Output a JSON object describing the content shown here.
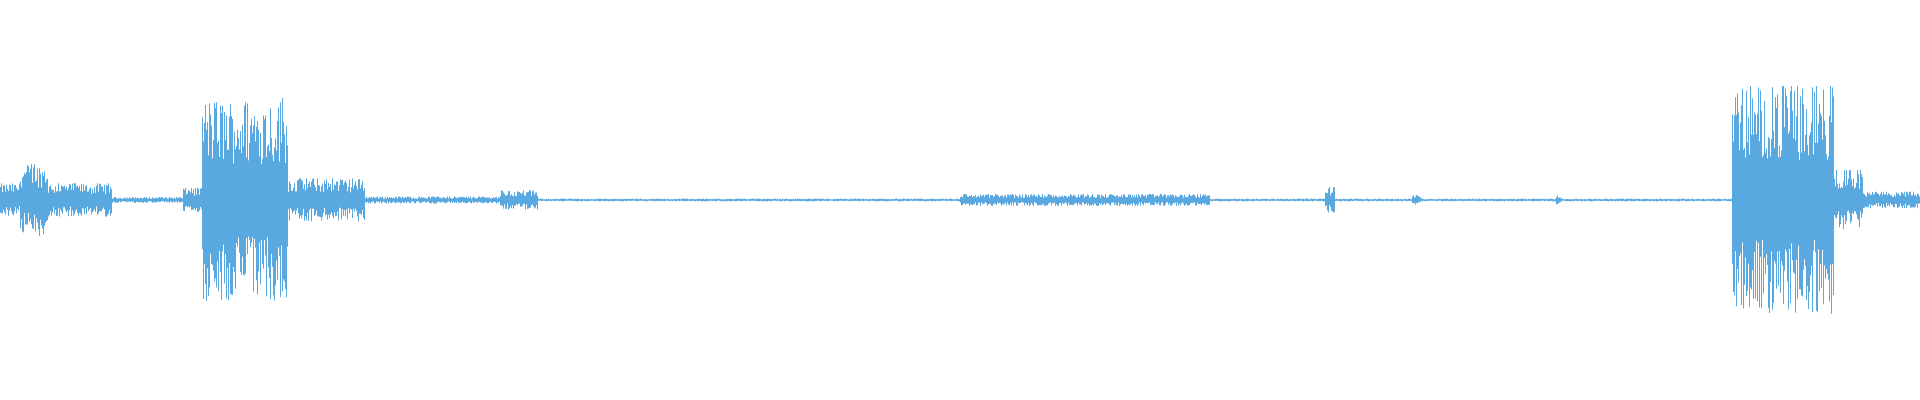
{
  "waveform": {
    "color": "#5aa8e0",
    "peak_amplitude": 1.0,
    "segments": [
      {
        "start": 0.0,
        "end": 0.058,
        "amplitude": 0.14
      },
      {
        "start": 0.01,
        "end": 0.025,
        "amplitude": 0.3
      },
      {
        "start": 0.058,
        "end": 0.095,
        "amplitude": 0.025
      },
      {
        "start": 0.095,
        "end": 0.105,
        "amplitude": 0.1
      },
      {
        "start": 0.105,
        "end": 0.15,
        "amplitude": 0.85
      },
      {
        "start": 0.15,
        "end": 0.19,
        "amplitude": 0.18
      },
      {
        "start": 0.19,
        "end": 0.26,
        "amplitude": 0.03
      },
      {
        "start": 0.26,
        "end": 0.28,
        "amplitude": 0.08
      },
      {
        "start": 0.28,
        "end": 0.5,
        "amplitude": 0.012
      },
      {
        "start": 0.5,
        "end": 0.63,
        "amplitude": 0.05
      },
      {
        "start": 0.63,
        "end": 0.69,
        "amplitude": 0.012
      },
      {
        "start": 0.69,
        "end": 0.695,
        "amplitude": 0.11
      },
      {
        "start": 0.695,
        "end": 0.735,
        "amplitude": 0.012
      },
      {
        "start": 0.735,
        "end": 0.74,
        "amplitude": 0.04
      },
      {
        "start": 0.74,
        "end": 0.81,
        "amplitude": 0.012
      },
      {
        "start": 0.81,
        "end": 0.813,
        "amplitude": 0.04
      },
      {
        "start": 0.813,
        "end": 0.902,
        "amplitude": 0.012
      },
      {
        "start": 0.902,
        "end": 0.955,
        "amplitude": 0.95
      },
      {
        "start": 0.955,
        "end": 0.97,
        "amplitude": 0.25
      },
      {
        "start": 0.97,
        "end": 1.0,
        "amplitude": 0.07
      }
    ]
  }
}
